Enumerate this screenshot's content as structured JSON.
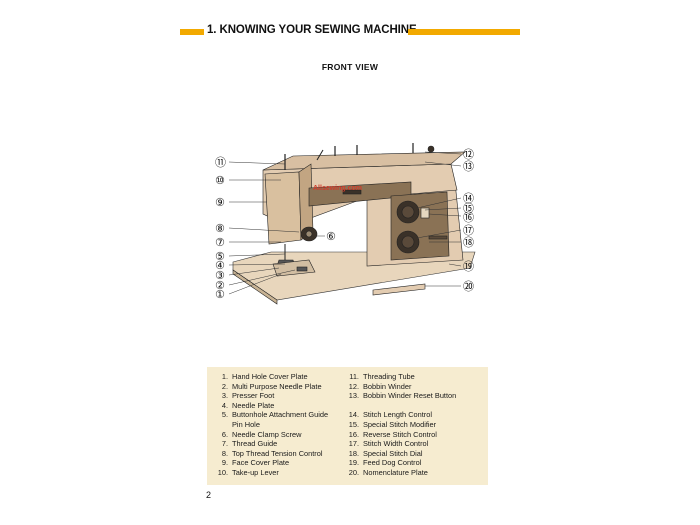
{
  "header": {
    "title": "1. KNOWING YOUR SEWING MACHINE"
  },
  "section": {
    "title": "FRONT VIEW"
  },
  "watermark": "Allsewing.com",
  "callouts_left": [
    "⑪",
    "⑩",
    "⑨",
    "⑧",
    "⑦",
    "⑤",
    "④",
    "③",
    "②",
    "①"
  ],
  "callout_six": "⑥",
  "callouts_right": [
    "⑫",
    "⑬",
    "⑭",
    "⑮",
    "⑯",
    "⑰",
    "⑱",
    "⑲",
    "⑳"
  ],
  "machine_colors": {
    "body": "#e3ccb1",
    "panel": "#8a7255",
    "dial": "#3a3128",
    "base": "#e8d6bc"
  },
  "legend": {
    "left": [
      {
        "num": "1.",
        "label": "Hand Hole Cover Plate"
      },
      {
        "num": "2.",
        "label": "Multi Purpose Needle Plate"
      },
      {
        "num": "3.",
        "label": "Presser Foot"
      },
      {
        "num": "4.",
        "label": "Needle Plate"
      },
      {
        "num": "5.",
        "label": "Buttonhole Attachment Guide\nPin Hole"
      },
      {
        "num": "6.",
        "label": "Needle Clamp Screw"
      },
      {
        "num": "7.",
        "label": "Thread Guide"
      },
      {
        "num": "8.",
        "label": "Top Thread Tension Control"
      },
      {
        "num": "9.",
        "label": "Face Cover Plate"
      },
      {
        "num": "10.",
        "label": "Take-up Lever"
      }
    ],
    "right_top": [
      {
        "num": "11.",
        "label": "Threading Tube"
      },
      {
        "num": "12.",
        "label": "Bobbin Winder"
      },
      {
        "num": "13.",
        "label": "Bobbin Winder Reset Button"
      }
    ],
    "right_bottom": [
      {
        "num": "14.",
        "label": "Stitch Length Control"
      },
      {
        "num": "15.",
        "label": "Special Stitch Modifier"
      },
      {
        "num": "16.",
        "label": "Reverse Stitch Control"
      },
      {
        "num": "17.",
        "label": "Stitch Width Control"
      },
      {
        "num": "18.",
        "label": "Special Stitch Dial"
      },
      {
        "num": "19.",
        "label": "Feed Dog Control"
      },
      {
        "num": "20.",
        "label": "Nomenclature Plate"
      }
    ]
  },
  "page_number": "2"
}
